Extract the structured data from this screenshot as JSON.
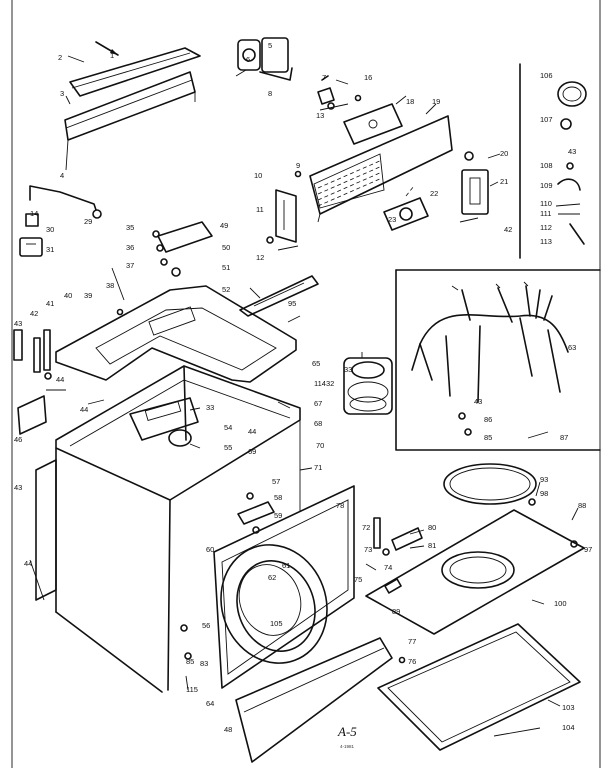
{
  "diagram": {
    "caption": "A-5",
    "footnote": "4-1981",
    "labels": [
      {
        "id": "1",
        "text": "1"
      },
      {
        "id": "2",
        "text": "2"
      },
      {
        "id": "3",
        "text": "3"
      },
      {
        "id": "4",
        "text": "4"
      },
      {
        "id": "5",
        "text": "5"
      },
      {
        "id": "6",
        "text": "6"
      },
      {
        "id": "7",
        "text": "7"
      },
      {
        "id": "8",
        "text": "8"
      },
      {
        "id": "9",
        "text": "9"
      },
      {
        "id": "10",
        "text": "10"
      },
      {
        "id": "11",
        "text": "11"
      },
      {
        "id": "12",
        "text": "12"
      },
      {
        "id": "13",
        "text": "13"
      },
      {
        "id": "14",
        "text": "14"
      },
      {
        "id": "16",
        "text": "16"
      },
      {
        "id": "18",
        "text": "18"
      },
      {
        "id": "19",
        "text": "19"
      },
      {
        "id": "20",
        "text": "20"
      },
      {
        "id": "21",
        "text": "21"
      },
      {
        "id": "22",
        "text": "22"
      },
      {
        "id": "23",
        "text": "23"
      },
      {
        "id": "29",
        "text": "29"
      },
      {
        "id": "30",
        "text": "30"
      },
      {
        "id": "31",
        "text": "31"
      },
      {
        "id": "32",
        "text": "32"
      },
      {
        "id": "33a",
        "text": "33"
      },
      {
        "id": "33b",
        "text": "33"
      },
      {
        "id": "35",
        "text": "35"
      },
      {
        "id": "36",
        "text": "36"
      },
      {
        "id": "37",
        "text": "37"
      },
      {
        "id": "38",
        "text": "38"
      },
      {
        "id": "39",
        "text": "39"
      },
      {
        "id": "40",
        "text": "40"
      },
      {
        "id": "41",
        "text": "41"
      },
      {
        "id": "42a",
        "text": "42"
      },
      {
        "id": "42b",
        "text": "42"
      },
      {
        "id": "43a",
        "text": "43"
      },
      {
        "id": "43b",
        "text": "43"
      },
      {
        "id": "43c",
        "text": "43"
      },
      {
        "id": "43d",
        "text": "43"
      },
      {
        "id": "44a",
        "text": "44"
      },
      {
        "id": "44b",
        "text": "44"
      },
      {
        "id": "44c",
        "text": "44"
      },
      {
        "id": "44d",
        "text": "44"
      },
      {
        "id": "46",
        "text": "46"
      },
      {
        "id": "48",
        "text": "48"
      },
      {
        "id": "49",
        "text": "49"
      },
      {
        "id": "50",
        "text": "50"
      },
      {
        "id": "51",
        "text": "51"
      },
      {
        "id": "52",
        "text": "52"
      },
      {
        "id": "54",
        "text": "54"
      },
      {
        "id": "55",
        "text": "55"
      },
      {
        "id": "56",
        "text": "56"
      },
      {
        "id": "57",
        "text": "57"
      },
      {
        "id": "58",
        "text": "58"
      },
      {
        "id": "59",
        "text": "59"
      },
      {
        "id": "60",
        "text": "60"
      },
      {
        "id": "61",
        "text": "61"
      },
      {
        "id": "62",
        "text": "62"
      },
      {
        "id": "63",
        "text": "63"
      },
      {
        "id": "64",
        "text": "64"
      },
      {
        "id": "65",
        "text": "65"
      },
      {
        "id": "67",
        "text": "67"
      },
      {
        "id": "68",
        "text": "68"
      },
      {
        "id": "69",
        "text": "69"
      },
      {
        "id": "70",
        "text": "70"
      },
      {
        "id": "71",
        "text": "71"
      },
      {
        "id": "72",
        "text": "72"
      },
      {
        "id": "73",
        "text": "73"
      },
      {
        "id": "74",
        "text": "74"
      },
      {
        "id": "75",
        "text": "75"
      },
      {
        "id": "76",
        "text": "76"
      },
      {
        "id": "77",
        "text": "77"
      },
      {
        "id": "78",
        "text": "78"
      },
      {
        "id": "80",
        "text": "80"
      },
      {
        "id": "81",
        "text": "81"
      },
      {
        "id": "83",
        "text": "83"
      },
      {
        "id": "85a",
        "text": "85"
      },
      {
        "id": "85b",
        "text": "85"
      },
      {
        "id": "86",
        "text": "86"
      },
      {
        "id": "87",
        "text": "87"
      },
      {
        "id": "88",
        "text": "88"
      },
      {
        "id": "89",
        "text": "89"
      },
      {
        "id": "93",
        "text": "93"
      },
      {
        "id": "95",
        "text": "95"
      },
      {
        "id": "97",
        "text": "97"
      },
      {
        "id": "98",
        "text": "98"
      },
      {
        "id": "100",
        "text": "100"
      },
      {
        "id": "103",
        "text": "103"
      },
      {
        "id": "104",
        "text": "104"
      },
      {
        "id": "105",
        "text": "105"
      },
      {
        "id": "106",
        "text": "106"
      },
      {
        "id": "107",
        "text": "107"
      },
      {
        "id": "108",
        "text": "108"
      },
      {
        "id": "109",
        "text": "109"
      },
      {
        "id": "110",
        "text": "110"
      },
      {
        "id": "111",
        "text": "111"
      },
      {
        "id": "112",
        "text": "112"
      },
      {
        "id": "113",
        "text": "113"
      },
      {
        "id": "114",
        "text": "114"
      },
      {
        "id": "115",
        "text": "115"
      }
    ]
  }
}
